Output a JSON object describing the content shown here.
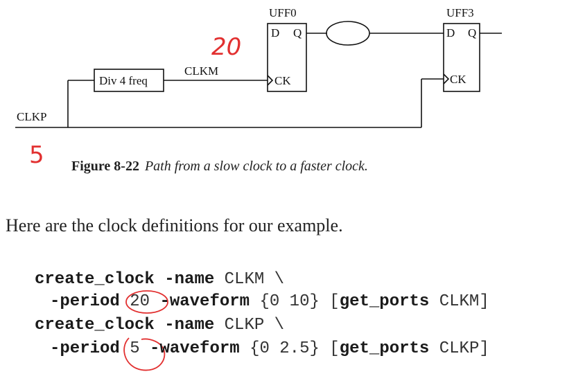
{
  "diagram": {
    "ff0_name": "UFF0",
    "ff3_name": "UFF3",
    "pin_d": "D",
    "pin_q": "Q",
    "pin_ck": "CK",
    "divider_label": "Div 4 freq",
    "clkm_label": "CLKM",
    "clkp_label": "CLKP"
  },
  "annotations": {
    "clkm_period": "20",
    "clkp_period": "5",
    "accent_color": "#e23030"
  },
  "caption": {
    "figure_number": "Figure 8-22",
    "text": "Path from a slow clock to a faster clock."
  },
  "paragraph": "Here are the clock definitions for our example.",
  "code": {
    "line1": {
      "cmd": "create_clock",
      "opt": " -name",
      "arg": " CLKM \\"
    },
    "line2": {
      "opt1": "-period",
      "val1": " 20 ",
      "opt2": "-waveform",
      "val2": " {0 10} [",
      "cmd": "get_ports",
      "arg": " CLKM]"
    },
    "line3": {
      "cmd": "create_clock",
      "opt": " -name",
      "arg": " CLKP \\"
    },
    "line4": {
      "opt1": "-period",
      "val1": " 5 ",
      "opt2": "-waveform",
      "val2": " {0 2.5} [",
      "cmd": "get_ports",
      "arg": " CLKP]"
    }
  }
}
